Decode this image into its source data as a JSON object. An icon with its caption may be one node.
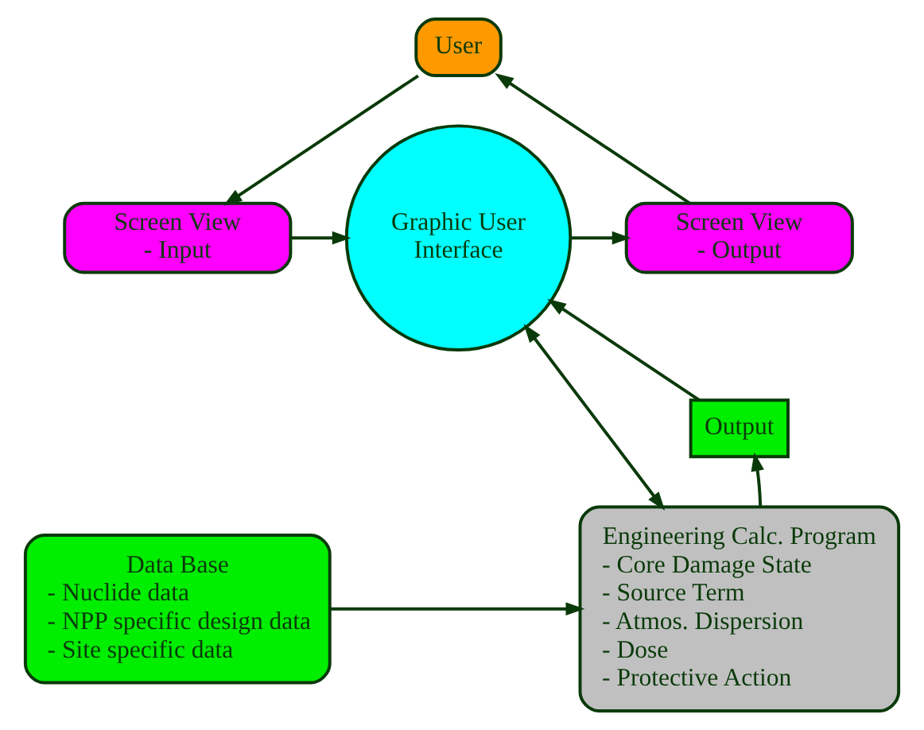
{
  "diagram": {
    "nodes": [
      {
        "text": [
          "User"
        ]
      },
      {
        "text": [
          "Screen View - Input"
        ]
      },
      {
        "text": [
          "Graphic User Interface"
        ]
      },
      {
        "text": [
          "Screen View - Output"
        ]
      },
      {
        "text": [
          "Output"
        ]
      },
      {
        "text": [
          "Data Base",
          "- Nuclide data",
          "- NPP specific design data",
          "- Site specific data"
        ]
      },
      {
        "text": [
          "Engineering Calc. Program",
          "- Core Damage State",
          "- Source Term",
          "- Atmos. Dispersion",
          "- Dose",
          "- Protective Action"
        ]
      }
    ],
    "edges": [
      {
        "from": 0,
        "to": 1,
        "arrow": "to"
      },
      {
        "from": 3,
        "to": 0,
        "arrow": "to"
      },
      {
        "from": 1,
        "to": 2,
        "arrow": "to"
      },
      {
        "from": 2,
        "to": 3,
        "arrow": "to"
      },
      {
        "from": 4,
        "to": 2,
        "arrow": "to"
      },
      {
        "from": 2,
        "to": 6,
        "arrow": "both"
      },
      {
        "from": 6,
        "to": 4,
        "arrow": "to"
      },
      {
        "from": 5,
        "to": 6,
        "arrow": "to"
      }
    ]
  }
}
